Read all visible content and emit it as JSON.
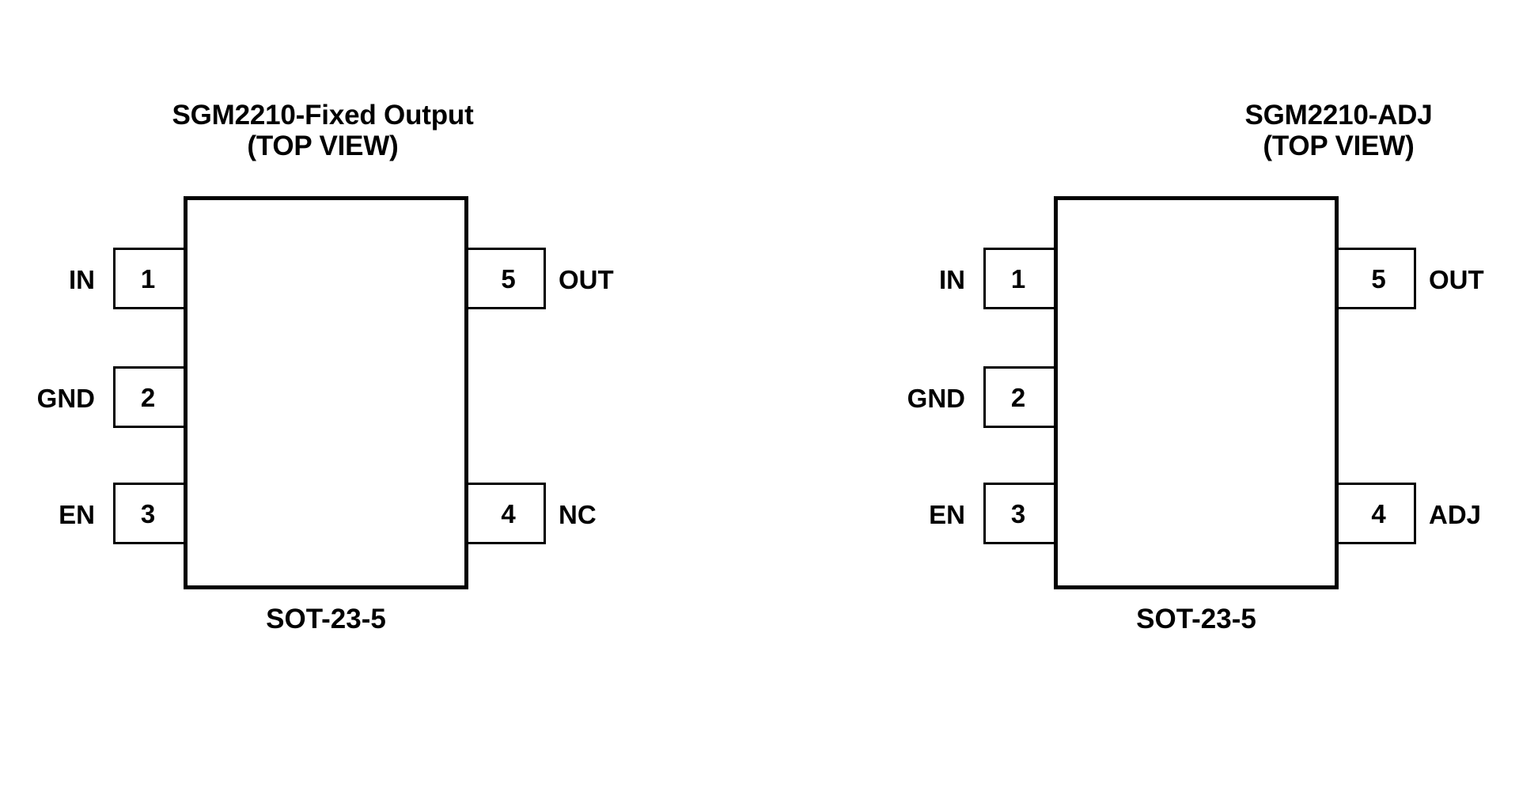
{
  "page": {
    "background_color": "#ffffff",
    "line_color": "#000000",
    "text_color": "#000000"
  },
  "diagrams": [
    {
      "id": "sgm2210-fixed-output",
      "title_line1": "SGM2210-Fixed Output",
      "title_line2": "(TOP VIEW)",
      "footprint": "SOT-23-5",
      "pins_left": [
        {
          "number": "1",
          "name": "IN"
        },
        {
          "number": "2",
          "name": "GND"
        },
        {
          "number": "3",
          "name": "EN"
        }
      ],
      "pins_right": [
        {
          "number": "5",
          "name": "OUT"
        },
        {
          "number": "4",
          "name": "NC"
        }
      ]
    },
    {
      "id": "sgm2210-adj",
      "title_line1": "SGM2210-ADJ",
      "title_line2": "(TOP VIEW)",
      "footprint": "SOT-23-5",
      "pins_left": [
        {
          "number": "1",
          "name": "IN"
        },
        {
          "number": "2",
          "name": "GND"
        },
        {
          "number": "3",
          "name": "EN"
        }
      ],
      "pins_right": [
        {
          "number": "5",
          "name": "OUT"
        },
        {
          "number": "4",
          "name": "ADJ"
        }
      ]
    }
  ]
}
